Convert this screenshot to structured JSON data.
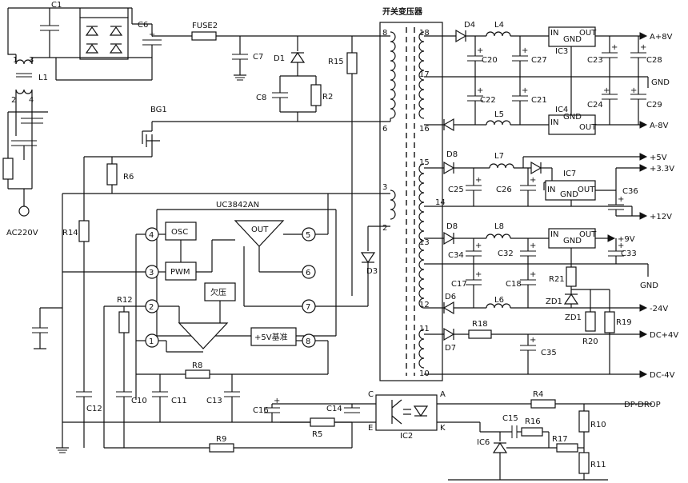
{
  "transformer_title": "开关变压器",
  "pins": {
    "p8": "8",
    "p6": "6",
    "p3": "3",
    "p2": "2",
    "p18": "18",
    "p17": "17",
    "p16": "16",
    "p15": "15",
    "p14": "14",
    "p13": "13",
    "p12": "12",
    "p11": "11",
    "p10": "10"
  },
  "ic": {
    "name": "UC3842AN",
    "osc": "OSC",
    "pwm": "PWM",
    "out": "OUT",
    "undervoltage": "欠压",
    "ref": "+5V基准",
    "pins": {
      "p1": "1",
      "p2": "2",
      "p3": "3",
      "p4": "4",
      "p5": "5",
      "p6": "6",
      "p7": "7",
      "p8": "8"
    }
  },
  "regulators": {
    "in": "IN",
    "gnd": "GND",
    "out": "OUT",
    "ic3": "IC3",
    "ic4": "IC4",
    "ic7": "IC7"
  },
  "outputs": {
    "a_pos8": "A+8V",
    "gnd1": "GND",
    "a_neg8": "A-8V",
    "p5v": "+5V",
    "p33v": "+3.3V",
    "p12v": "+12V",
    "p9v": "+9V",
    "gnd2": "GND",
    "n24v": "-24V",
    "dc_pos4": "DC+4V",
    "dc_neg4": "DC-4V",
    "dp_drop": "DP-DROP"
  },
  "labels": {
    "c1": "C1",
    "c6": "C6",
    "fuse2": "FUSE2",
    "c7": "C7",
    "d1": "D1",
    "c8": "C8",
    "r2": "R2",
    "r15": "R15",
    "l1": "L1",
    "l1_1": "1",
    "l1_3": "3",
    "l1_2": "2",
    "l1_4": "4",
    "bg1": "BG1",
    "r6": "R6",
    "r14": "R14",
    "ac": "AC220V",
    "d3": "D3",
    "r12": "R12",
    "r8": "R8",
    "r9": "R9",
    "c10": "C10",
    "c11": "C11",
    "c12": "C12",
    "c13": "C13",
    "c16": "C16",
    "r5": "R5",
    "c14": "C14",
    "opto_c": "C",
    "opto_e": "E",
    "opto_a": "A",
    "opto_k": "K",
    "ic2": "IC2",
    "r4": "R4",
    "c15": "C15",
    "r16": "R16",
    "r17": "R17",
    "r10": "R10",
    "r11": "R11",
    "ic6": "IC6",
    "d4": "D4",
    "l4": "L4",
    "c20": "C20",
    "c27": "C27",
    "c23": "C23",
    "c28": "C28",
    "c22": "C22",
    "c21": "C21",
    "c24": "C24",
    "c29": "C29",
    "l5": "L5",
    "d8a": "D8",
    "l7": "L7",
    "c25": "C25",
    "c26": "C26",
    "c36": "C36",
    "d8b": "D8",
    "l8": "L8",
    "c34": "C34",
    "c32": "C32",
    "c33": "C33",
    "c17": "C17",
    "c18": "C18",
    "r21": "R21",
    "zd1a": "ZD1",
    "zd1b": "ZD1",
    "d6": "D6",
    "l6": "L6",
    "d7": "D7",
    "r18": "R18",
    "c35": "C35",
    "r20": "R20",
    "r19": "R19"
  }
}
